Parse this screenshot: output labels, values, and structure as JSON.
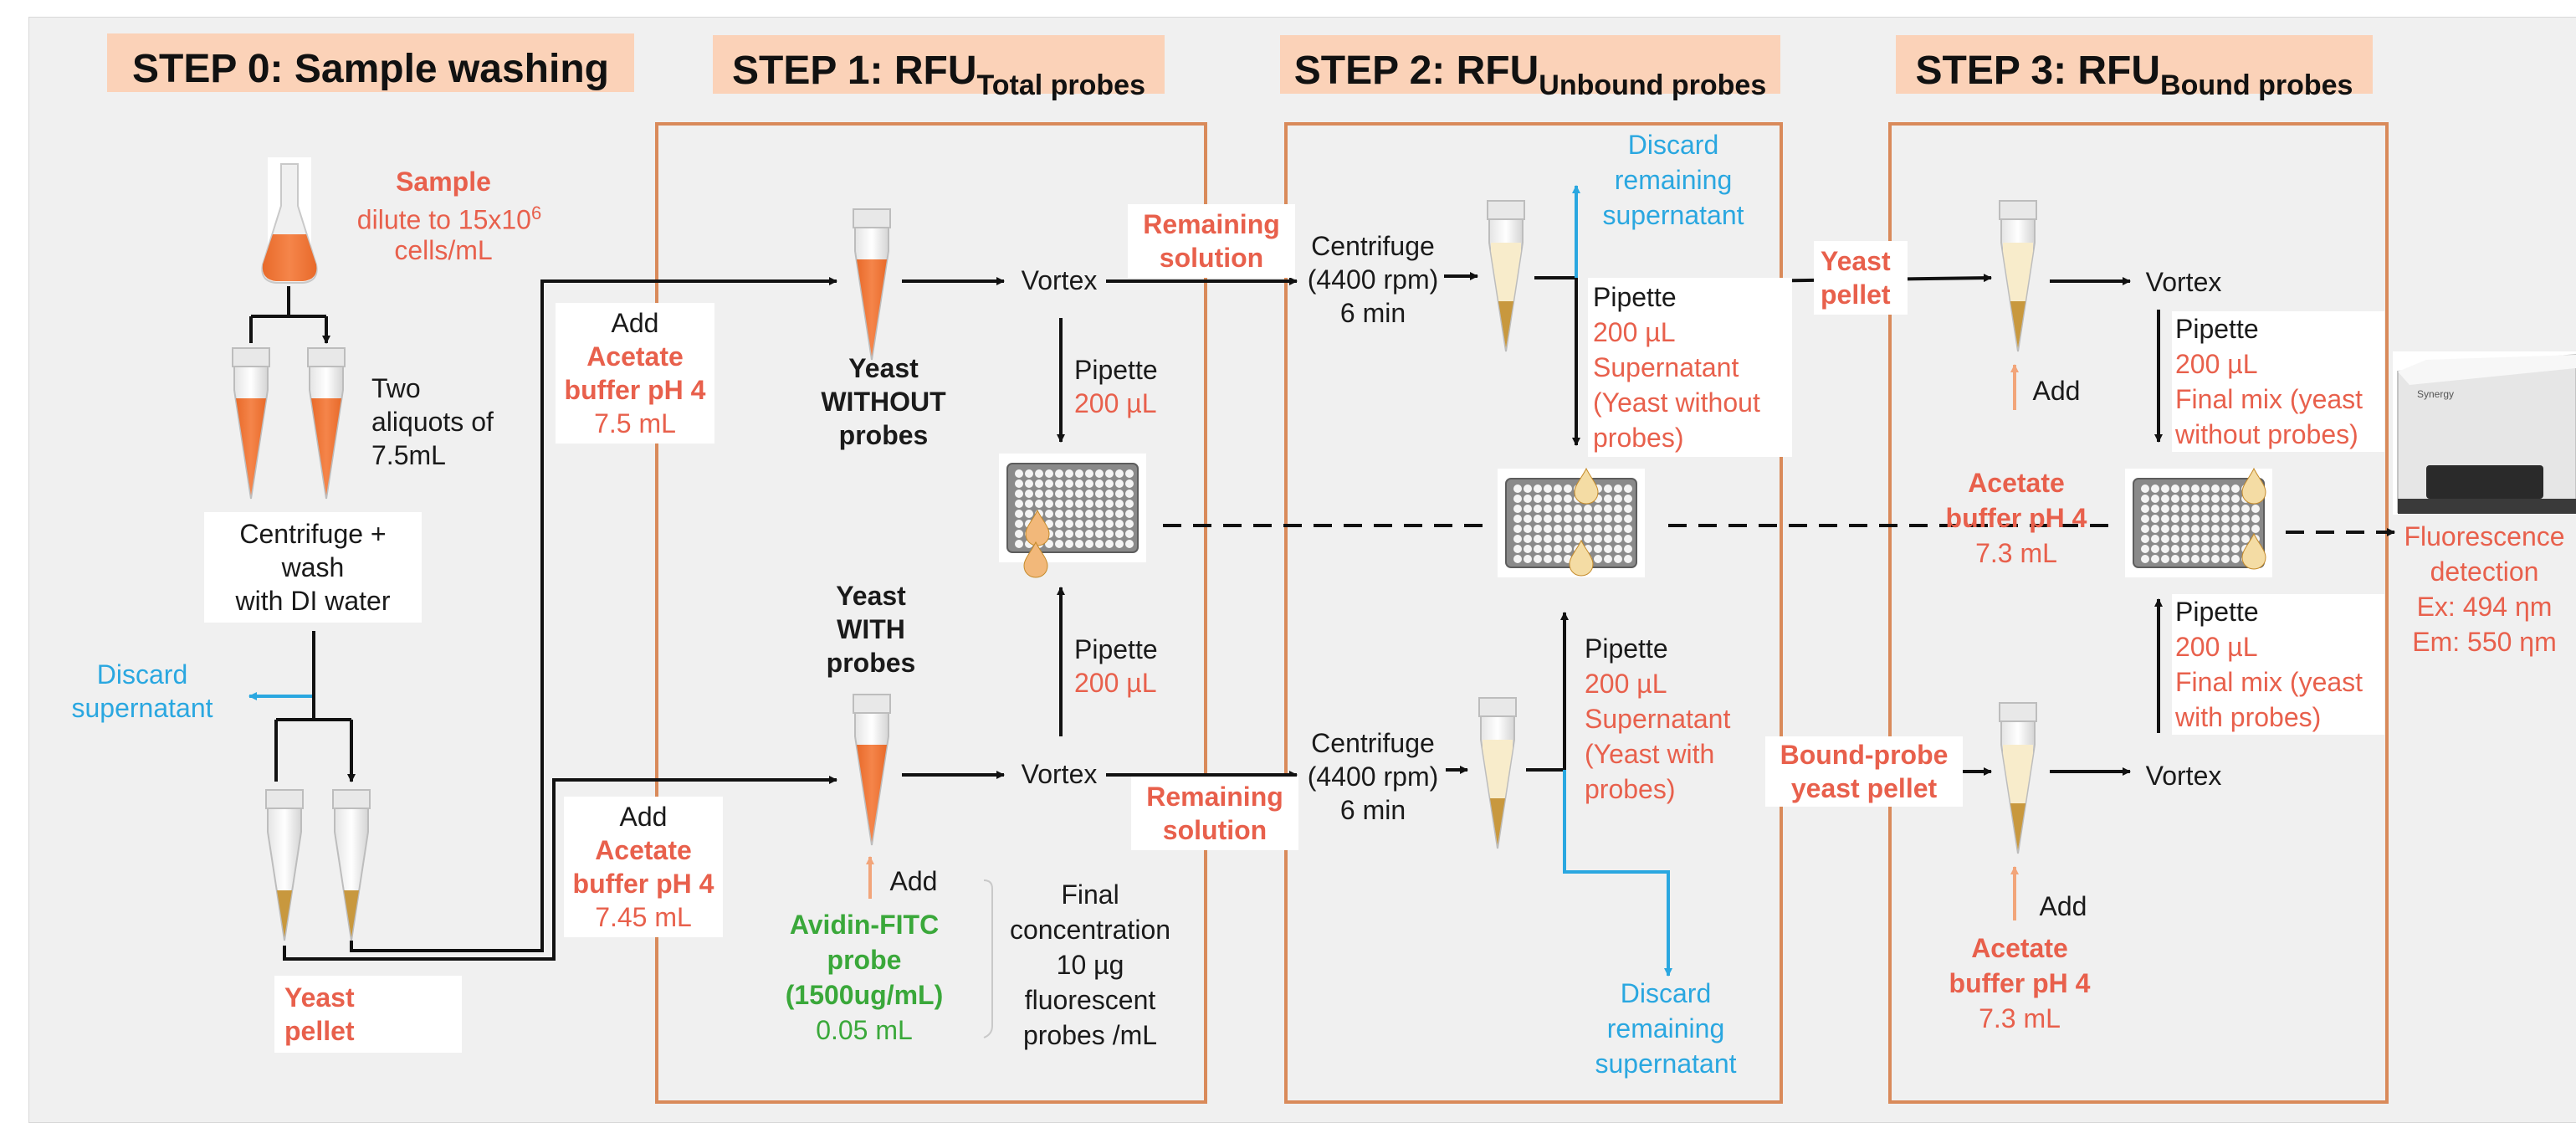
{
  "steps": {
    "s0": "STEP 0: Sample washing",
    "s1_main": "STEP 1: RFU",
    "s1_sub": "Total probes",
    "s2_main": "STEP 2: RFU",
    "s2_sub": "Unbound probes",
    "s3_main": "STEP 3: RFU",
    "s3_sub": "Bound probes"
  },
  "step0": {
    "sample_title": "Sample",
    "sample_l1": "dilute to 15x10",
    "sample_exp": "6",
    "sample_l2": "cells/mL",
    "aliquots": [
      "Two",
      "aliquots of",
      "7.5mL"
    ],
    "centrifuge": [
      "Centrifuge +",
      "wash",
      "with DI water"
    ],
    "discard": [
      "Discard",
      "supernatant"
    ],
    "pellet": [
      "Yeast",
      "pellet"
    ]
  },
  "add_top": {
    "add": "Add",
    "buffer": [
      "Acetate",
      "buffer pH 4"
    ],
    "volume": "7.5 mL"
  },
  "add_bottom": {
    "add": "Add",
    "buffer": [
      "Acetate",
      "buffer pH 4"
    ],
    "volume": "7.45 mL"
  },
  "step1": {
    "yeast_without": [
      "Yeast",
      "WITHOUT",
      "probes"
    ],
    "yeast_with": [
      "Yeast",
      "WITH",
      "probes"
    ],
    "vortex": "Vortex",
    "pipette": "Pipette",
    "pipette_vol": "200 µL",
    "add": "Add",
    "probe": [
      "Avidin-FITC",
      "probe",
      "(1500ug/mL)"
    ],
    "probe_vol": "0.05 mL",
    "final_conc": [
      "Final",
      "concentration",
      "10 µg",
      "fluorescent",
      "probes /mL"
    ],
    "remaining": [
      "Remaining",
      "solution"
    ]
  },
  "step2": {
    "centrifuge": [
      "Centrifuge",
      "(4400 rpm)",
      "6 min"
    ],
    "discard": [
      "Discard",
      "remaining",
      "supernatant"
    ],
    "pipette": "Pipette",
    "vol": "200 µL",
    "sup_without": [
      "Supernatant",
      "(Yeast without",
      "probes)"
    ],
    "sup_with": [
      "Supernatant",
      "(Yeast with",
      "probes)"
    ],
    "yeast_pellet": [
      "Yeast",
      "pellet"
    ],
    "bound_pellet": [
      "Bound-probe",
      "yeast pellet"
    ]
  },
  "step3": {
    "vortex": "Vortex",
    "pipette": "Pipette",
    "vol": "200 µL",
    "mix_without": [
      "Final mix (yeast",
      "without probes)"
    ],
    "mix_with": [
      "Final mix (yeast",
      "with probes)"
    ],
    "add": "Add",
    "buffer": [
      "Acetate",
      "buffer  pH 4"
    ],
    "buffer_vol": "7.3 mL"
  },
  "detection": {
    "lines": [
      "Fluorescence",
      "detection",
      "Ex: 494 ηm",
      "Em: 550 ηm"
    ],
    "reader_logo": "Synergy"
  },
  "colors": {
    "red": "#e8604c",
    "green": "#3aa83a",
    "blue": "#2aa7e0",
    "orange_frame": "#d98a5a",
    "step_bg": "#fbd2b8"
  }
}
